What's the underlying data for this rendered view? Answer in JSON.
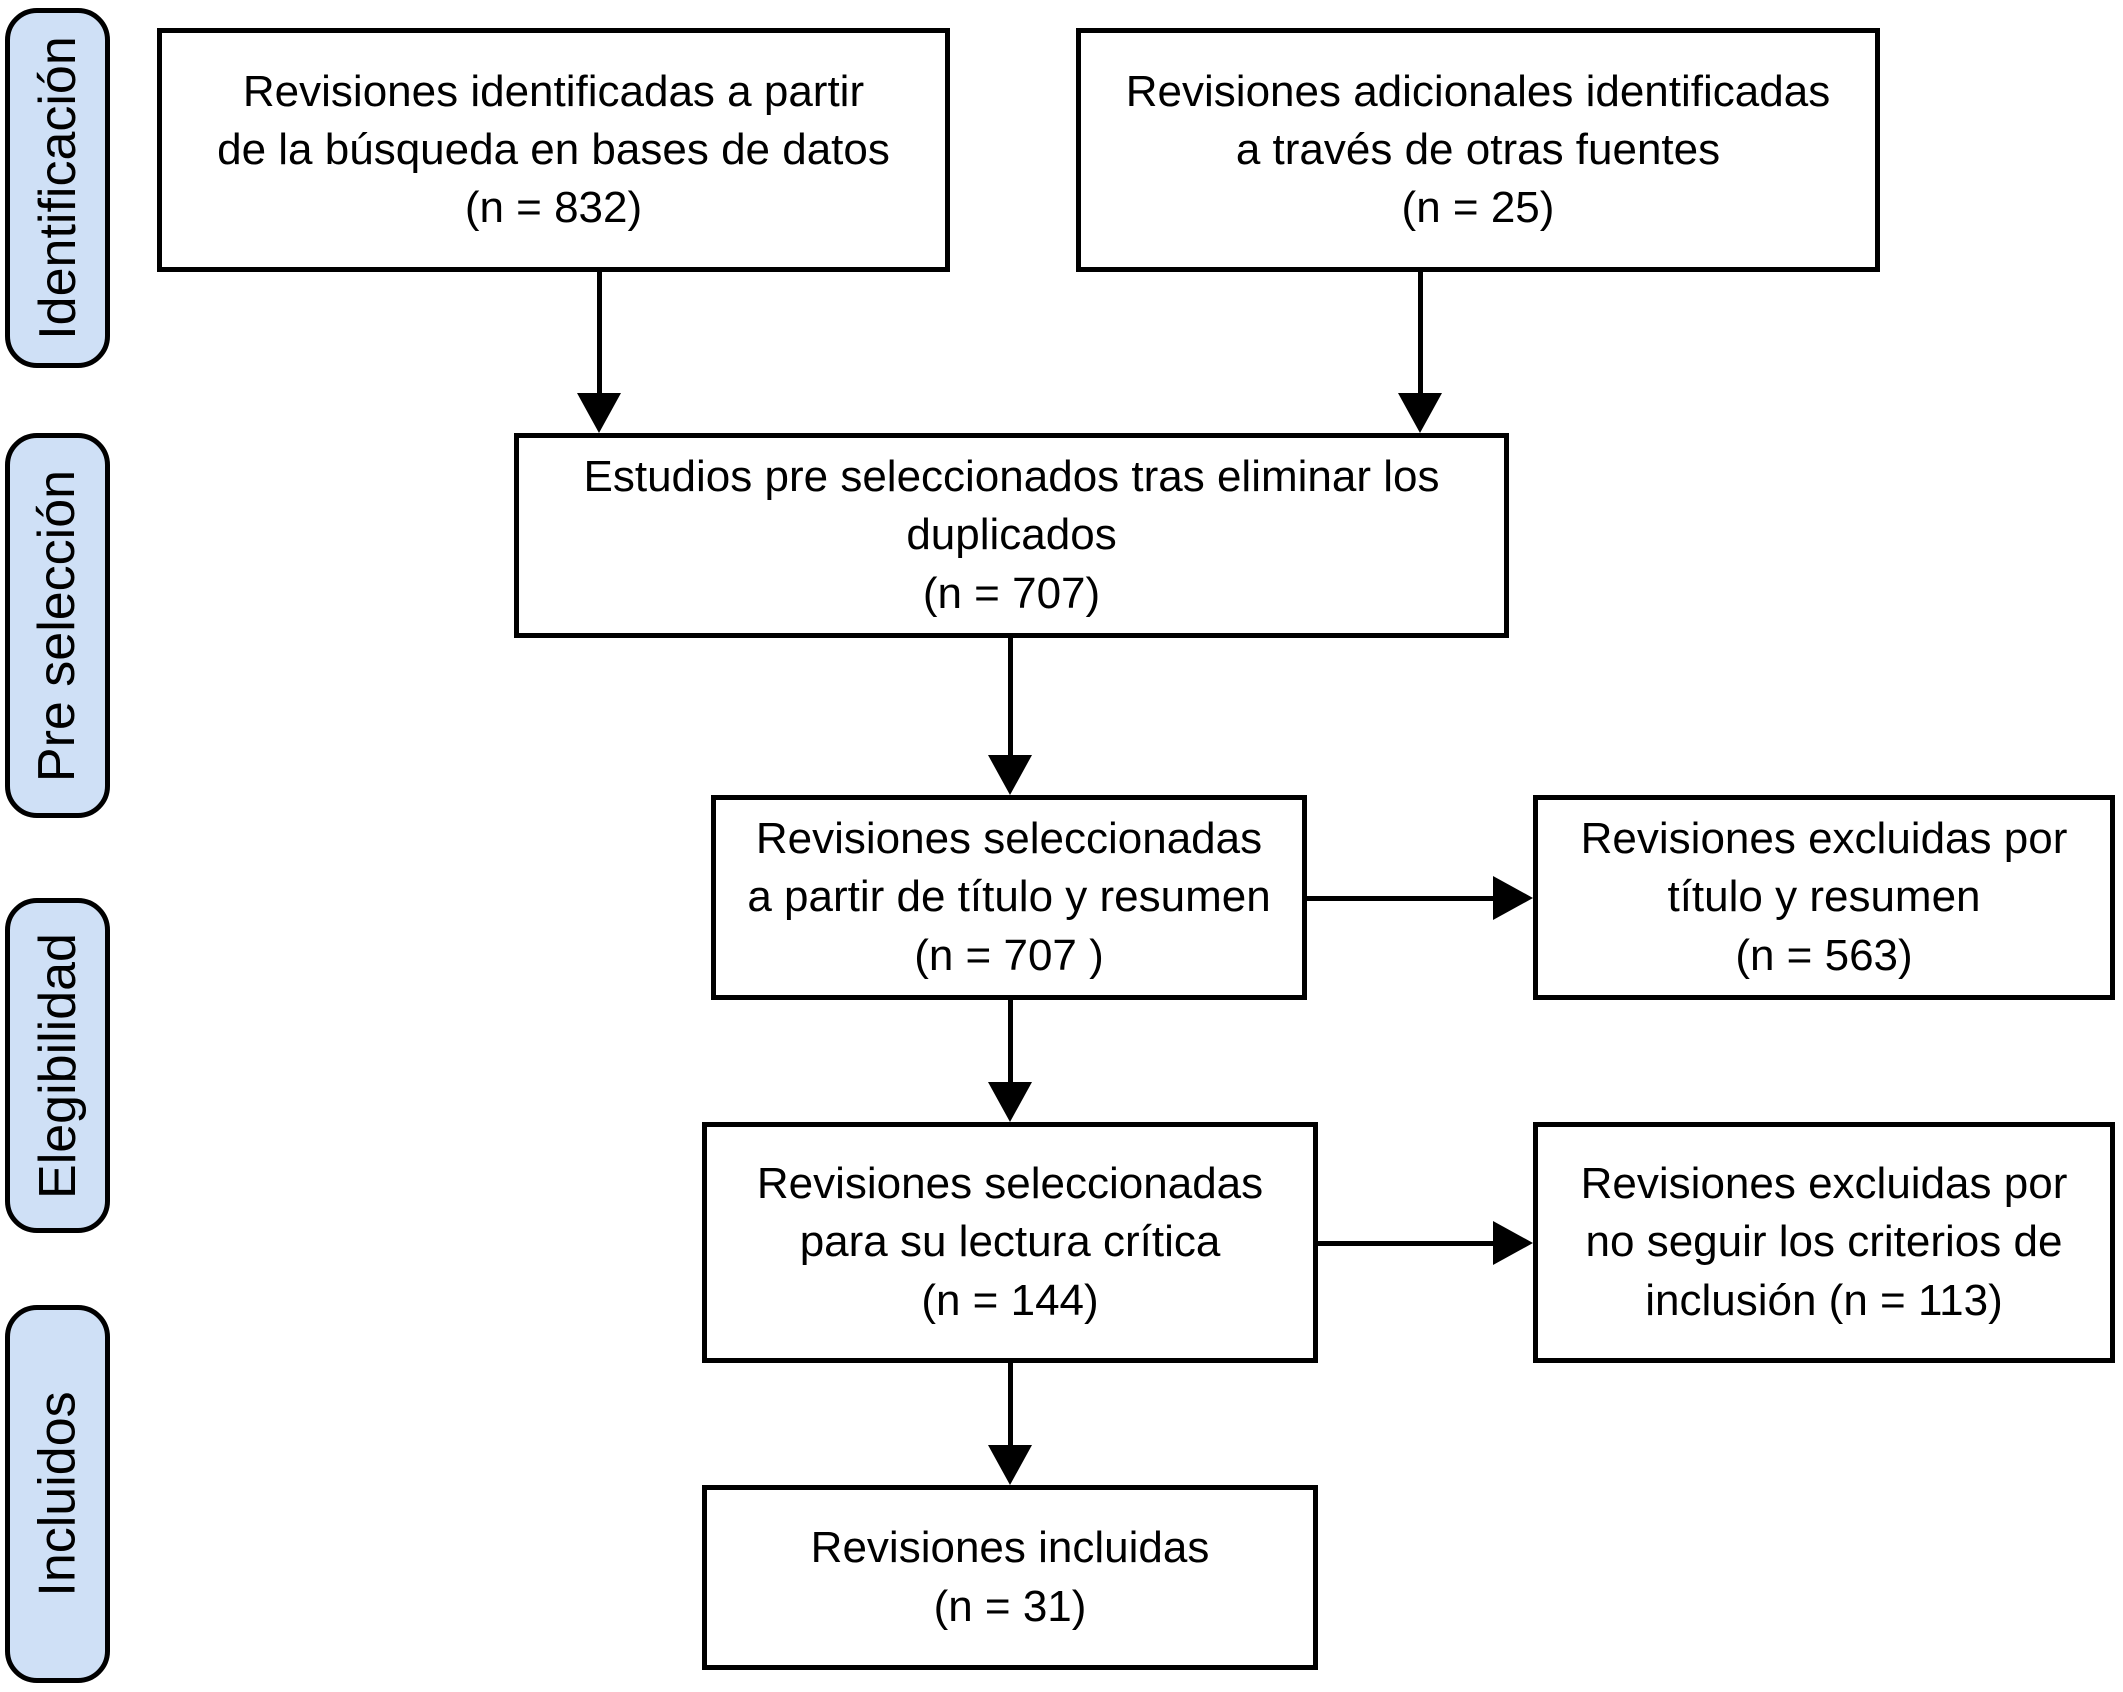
{
  "diagram": {
    "title": "PRISMA flow diagram (Spanish)",
    "colors": {
      "stage_fill": "#cfe0f6",
      "line_color": "#000000",
      "box_fill": "#ffffff"
    },
    "stages": [
      {
        "label": "Identificación"
      },
      {
        "label": "Pre selección"
      },
      {
        "label": "Elegibilidad"
      },
      {
        "label": "Incluidos"
      }
    ],
    "boxes": {
      "identified_db": {
        "lines": [
          "Revisiones identificadas a partir",
          "de la búsqueda en bases de datos",
          "(n = 832)"
        ]
      },
      "additional_sources": {
        "lines": [
          "Revisiones adicionales identificadas",
          "a través de otras fuentes",
          "(n = 25)"
        ]
      },
      "deduplicated": {
        "lines": [
          "Estudios pre seleccionados tras eliminar los",
          "duplicados",
          "(n = 707)"
        ]
      },
      "title_abstract_selected": {
        "lines": [
          "Revisiones seleccionadas",
          "a partir de título y resumen",
          "(n = 707 )"
        ]
      },
      "title_abstract_excluded": {
        "lines": [
          "Revisiones excluidas por",
          "título y resumen",
          "(n = 563)"
        ]
      },
      "critical_reading_selected": {
        "lines": [
          "Revisiones seleccionadas",
          "para su lectura crítica",
          "(n = 144)"
        ]
      },
      "criteria_excluded": {
        "lines": [
          "Revisiones excluidas por",
          "no seguir los criterios de",
          "inclusión (n = 113)"
        ]
      },
      "included": {
        "lines": [
          "Revisiones incluidas",
          "(n = 31)"
        ]
      }
    }
  }
}
